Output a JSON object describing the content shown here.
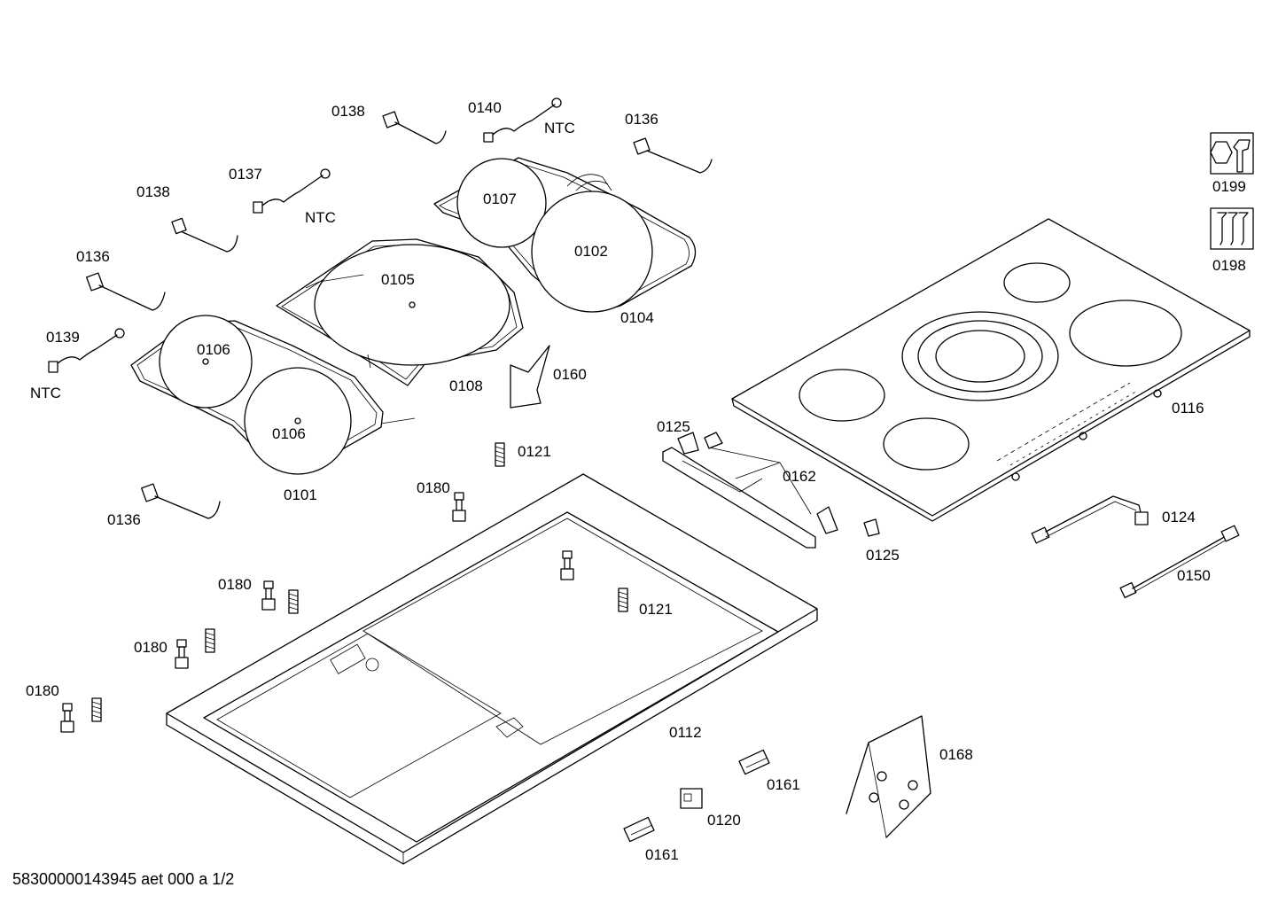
{
  "labels": {
    "l0138a": "0138",
    "l0140": "0140",
    "l0136a": "0136",
    "l0137": "0137",
    "l0138b": "0138",
    "l0136b": "0136",
    "l0139": "0139",
    "l0107": "0107",
    "l0102": "0102",
    "l0105": "0105",
    "l0104": "0104",
    "l0106a": "0106",
    "l0106b": "0106",
    "l0108": "0108",
    "l0160": "0160",
    "l0101": "0101",
    "l0121a": "0121",
    "l0121b": "0121",
    "l0125a": "0125",
    "l0125b": "0125",
    "l0162": "0162",
    "l0116": "0116",
    "l0124": "0124",
    "l0150": "0150",
    "l0136c": "0136",
    "l0180a": "0180",
    "l0180b": "0180",
    "l0180c": "0180",
    "l0180d": "0180",
    "l0112": "0112",
    "l0161a": "0161",
    "l0161b": "0161",
    "l0120": "0120",
    "l0168": "0168",
    "l0199": "0199",
    "l0198": "0198",
    "ntc1": "NTC",
    "ntc2": "NTC",
    "ntc3": "NTC"
  },
  "footer": {
    "doc_id": "58300000143945 aet 000 a 1/2"
  },
  "icons": {
    "service": "wrench-nut-icon",
    "screws": "screws-icon"
  }
}
